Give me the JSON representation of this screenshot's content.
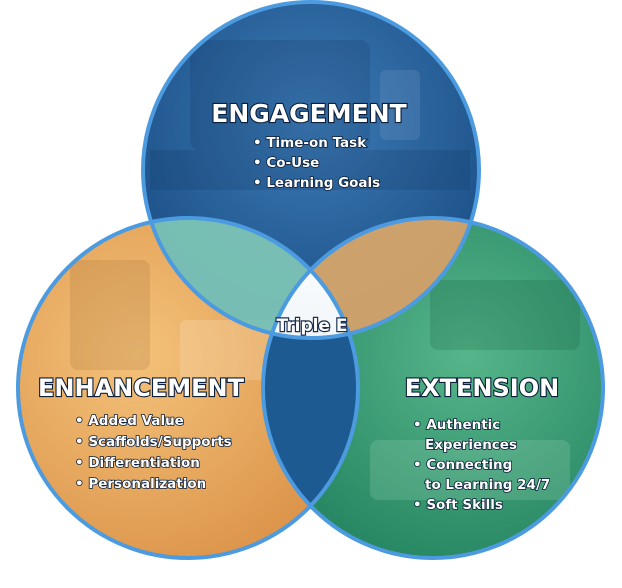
{
  "circles": {
    "engagement": {
      "title": "ENGAGEMENT",
      "items": [
        "• Time-on Task",
        "• Co-Use",
        "• Learning Goals"
      ]
    },
    "enhancement": {
      "title": "ENHANCEMENT",
      "items": [
        "• Added Value",
        "• Scaffolds/Supports",
        "• Differentiation",
        "• Personalization"
      ]
    },
    "extension": {
      "title": "EXTENSION",
      "items": [
        "• Authentic",
        "Experiences",
        "• Connecting",
        "to Learning 24/7",
        "• Soft Skills"
      ]
    }
  },
  "center": {
    "label": "Triple E"
  },
  "colors": {
    "engagement": "#1f5f9e",
    "enhancement": "#e9a85a",
    "extension": "#2f9a73",
    "ring": "#3f8fd6",
    "overlap_engagement_enhancement": "#7fc7b6",
    "overlap_engagement_extension": "#dba768",
    "overlap_enhancement_extension": "#1d5a92"
  }
}
